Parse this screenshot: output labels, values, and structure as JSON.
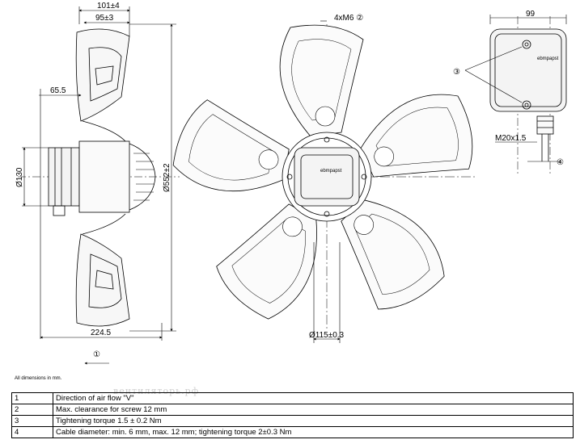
{
  "drawing": {
    "side_view": {
      "dim_101": "101±4",
      "dim_95": "95±3",
      "dim_65": "65.5",
      "dim_130": "Ø130",
      "dim_552": "Ø552±2",
      "dim_224": "224.5"
    },
    "front_view": {
      "thread_label": "4xM6 ②",
      "hub_dim": "Ø115±0.3"
    },
    "box_view": {
      "dim_99": "99",
      "callout_3": "③",
      "gland_label": "M20x1.5",
      "callout_4": "④",
      "logo": "ebmpapst"
    },
    "airflow_callout": "①"
  },
  "note": "All dimensions in mm.",
  "watermark": "вентиляторь.рф",
  "legend": [
    {
      "num": "1",
      "text": "Direction of air flow \"V\""
    },
    {
      "num": "2",
      "text": "Max. clearance for screw 12 mm"
    },
    {
      "num": "3",
      "text": "Tightening torque 1.5 ± 0.2 Nm"
    },
    {
      "num": "4",
      "text": "Cable diameter: min. 6 mm, max. 12 mm; tightening torque 2±0.3 Nm"
    }
  ]
}
